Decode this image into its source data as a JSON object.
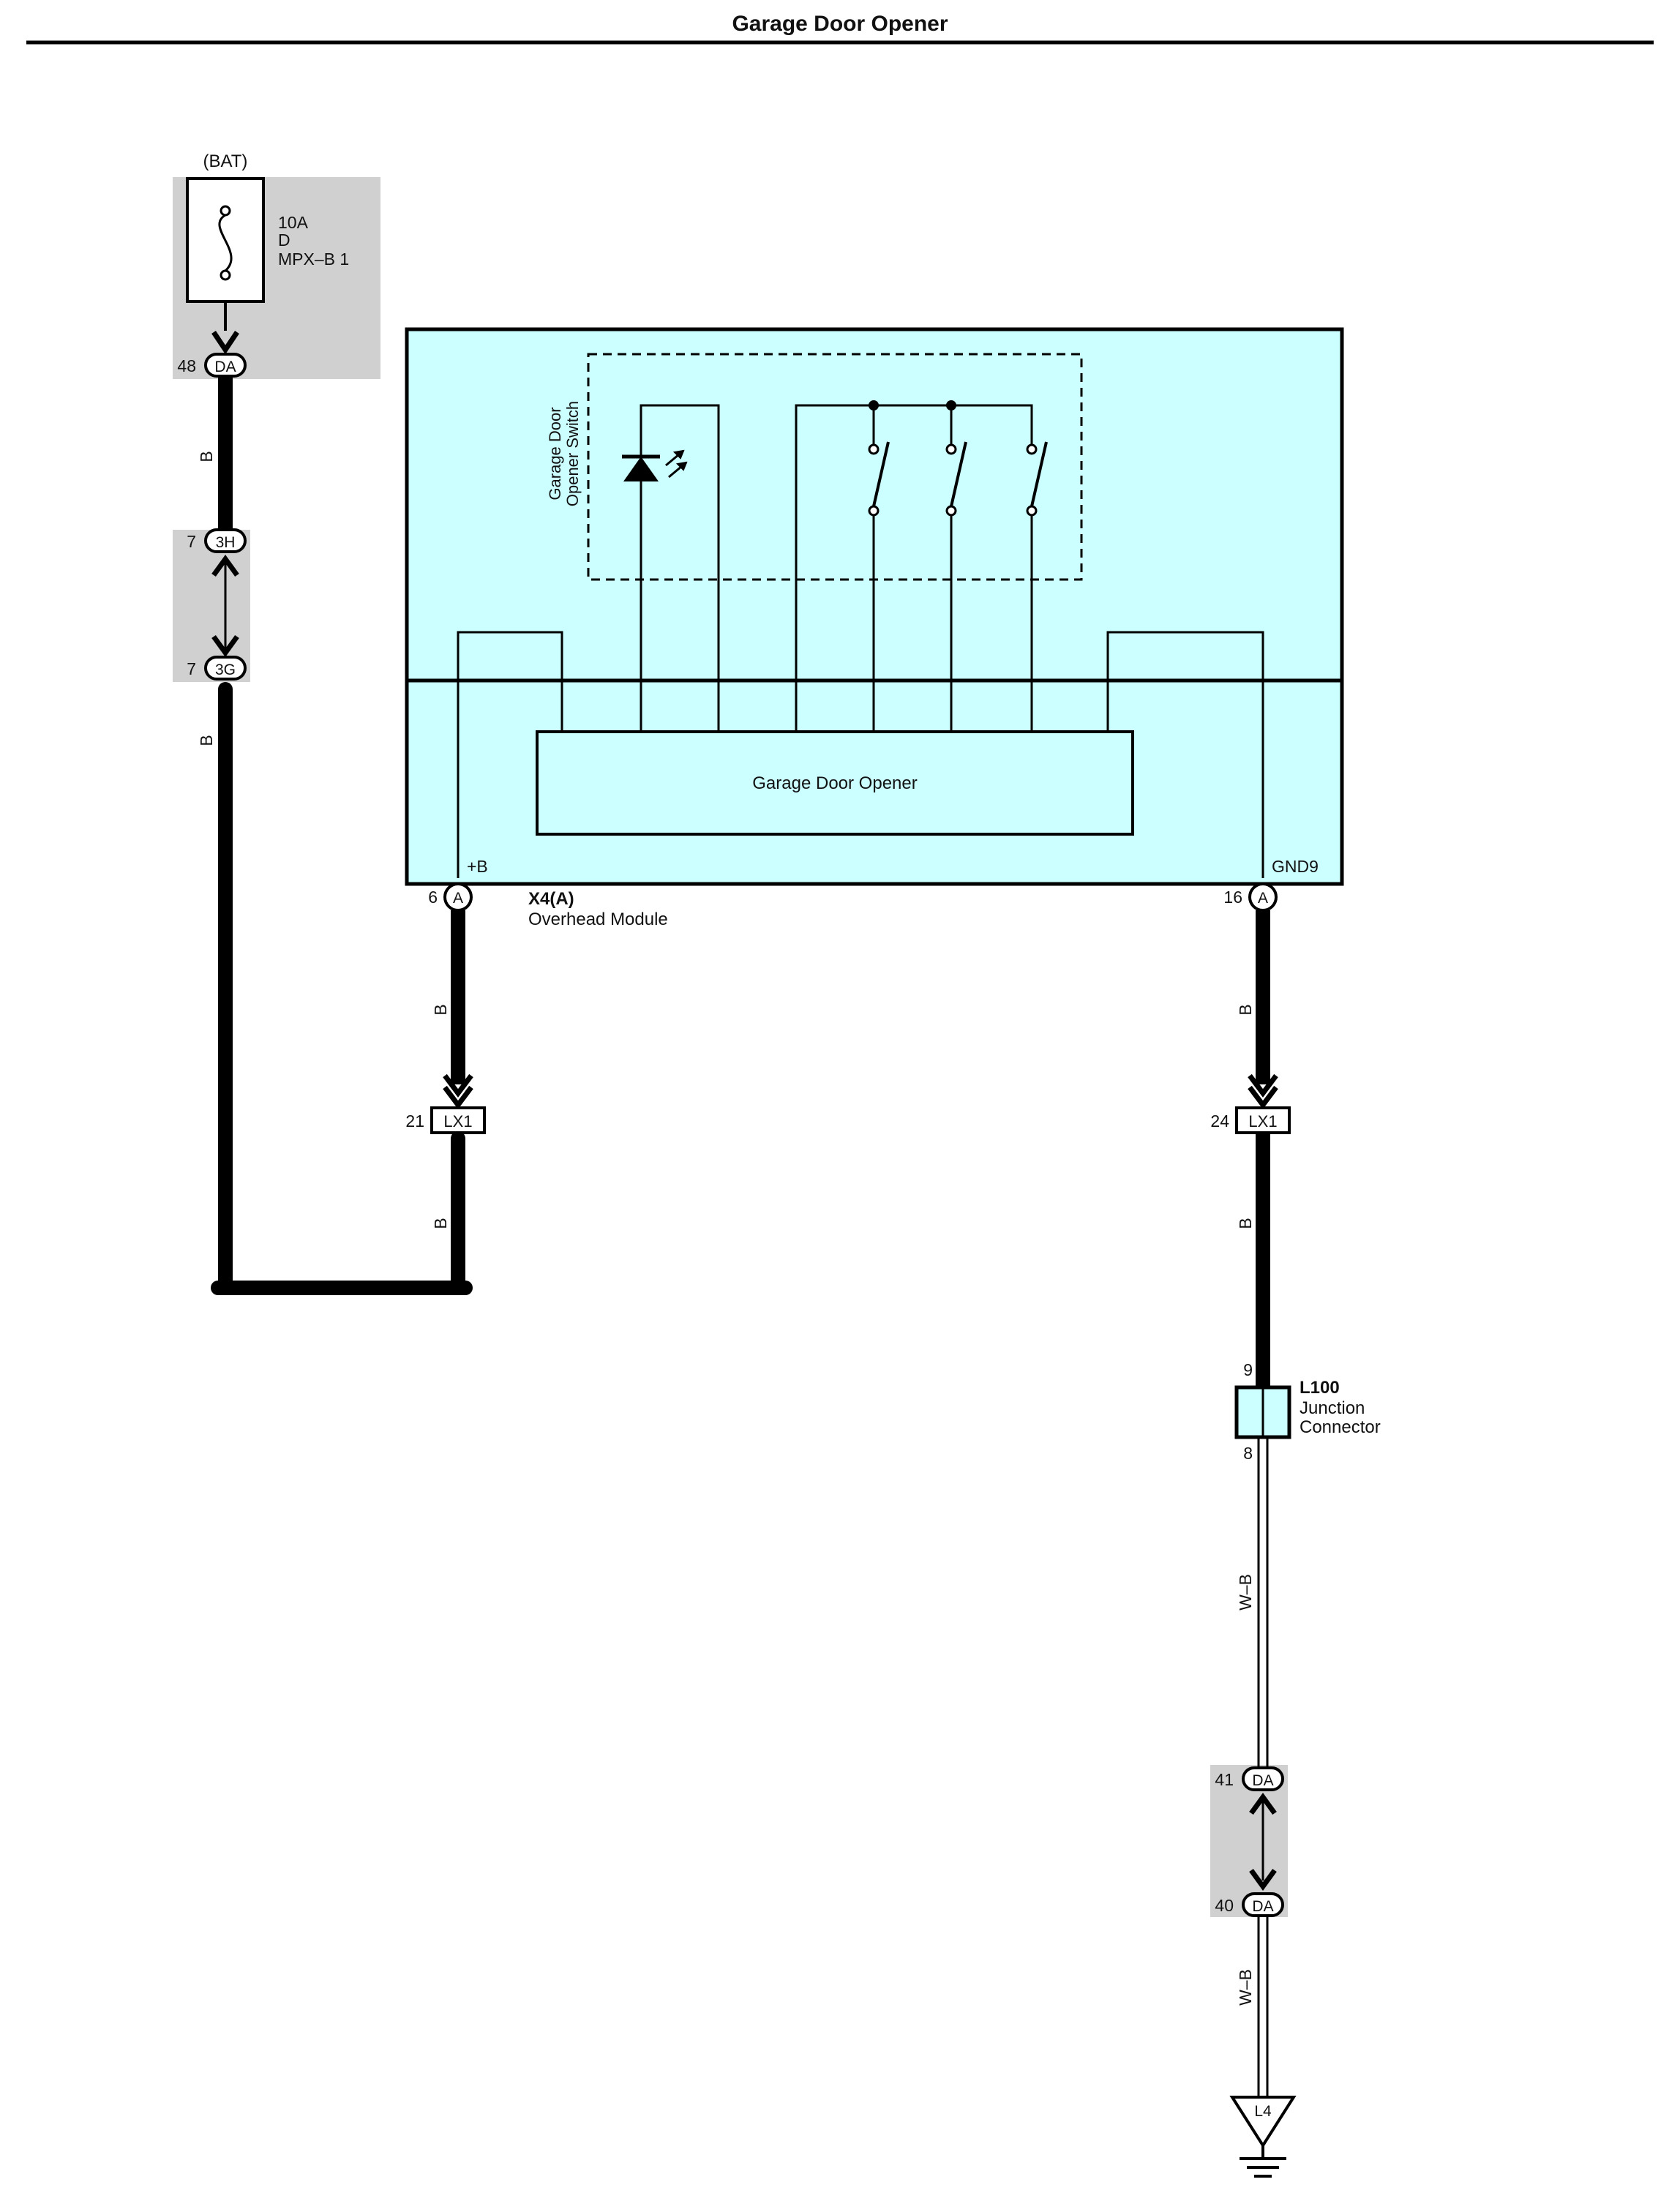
{
  "title": "Garage Door Opener",
  "battery": {
    "label": "(BAT)"
  },
  "fuse": {
    "rating": "10A",
    "type": "D",
    "name": "MPX–B 1"
  },
  "module": {
    "id": "X4(A)",
    "name": "Overhead Module",
    "inner_block": "Garage Door Opener",
    "switch_label_line1": "Garage Door",
    "switch_label_line2": "Opener Switch",
    "pin_plus": "+B",
    "pin_gnd": "GND9",
    "connector_code": "A",
    "left_pin_number": "6",
    "right_pin_number": "16"
  },
  "connectors": [
    {
      "pin": "48",
      "code": "DA"
    },
    {
      "pin": "7",
      "code": "3H"
    },
    {
      "pin": "7",
      "code": "3G"
    },
    {
      "pin": "21",
      "code": "LX1"
    },
    {
      "pin": "24",
      "code": "LX1"
    },
    {
      "pin": "41",
      "code": "DA"
    },
    {
      "pin": "40",
      "code": "DA"
    }
  ],
  "wires": {
    "bat_a": "B",
    "bat_b": "B",
    "left_a": "B",
    "left_b": "B",
    "right_a": "B",
    "right_b": "B",
    "ground_a": "W–B",
    "ground_b": "W–B"
  },
  "junction": {
    "id": "L100",
    "line1": "Junction",
    "line2": "Connector",
    "pin_in": "9",
    "pin_out": "8"
  },
  "ground": {
    "code": "L4"
  },
  "colors": {
    "module_fill": "#ccffff",
    "splice_shade": "#d0d0d0",
    "wire": "#000000"
  }
}
